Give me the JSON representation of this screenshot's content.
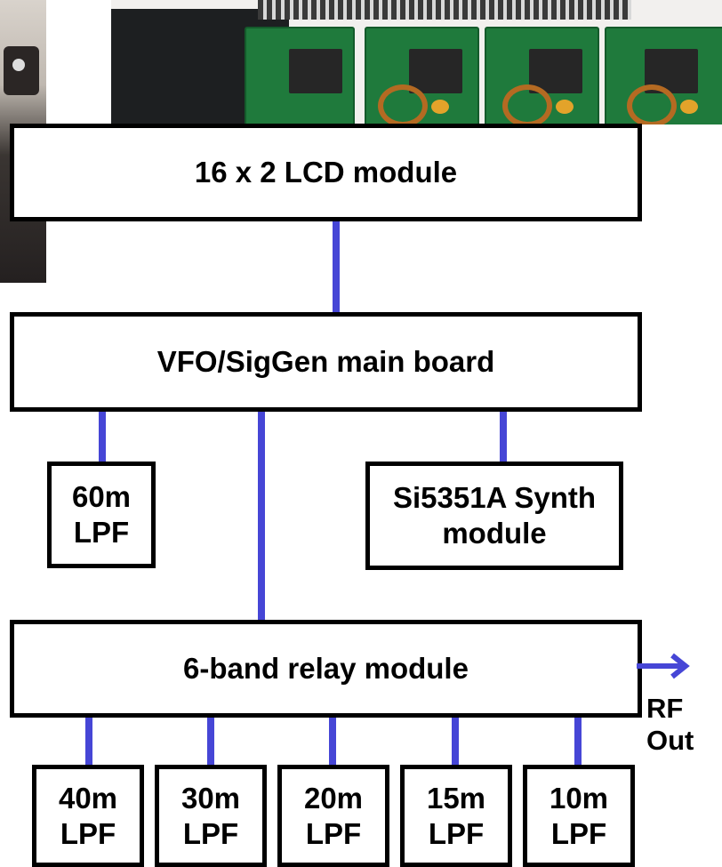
{
  "diagram": {
    "blocks": {
      "lcd": "16 x 2 LCD module",
      "main_board": "VFO/SigGen main board",
      "lpf_60m": "60m\nLPF",
      "synth": "Si5351A Synth\nmodule",
      "relay": "6-band relay module",
      "lpf_40m": "40m\nLPF",
      "lpf_30m": "30m\nLPF",
      "lpf_20m": "20m\nLPF",
      "lpf_15m": "15m\nLPF",
      "lpf_10m": "10m\nLPF"
    },
    "output_label": "RF\nOut",
    "wire_color": "#4646d6"
  }
}
